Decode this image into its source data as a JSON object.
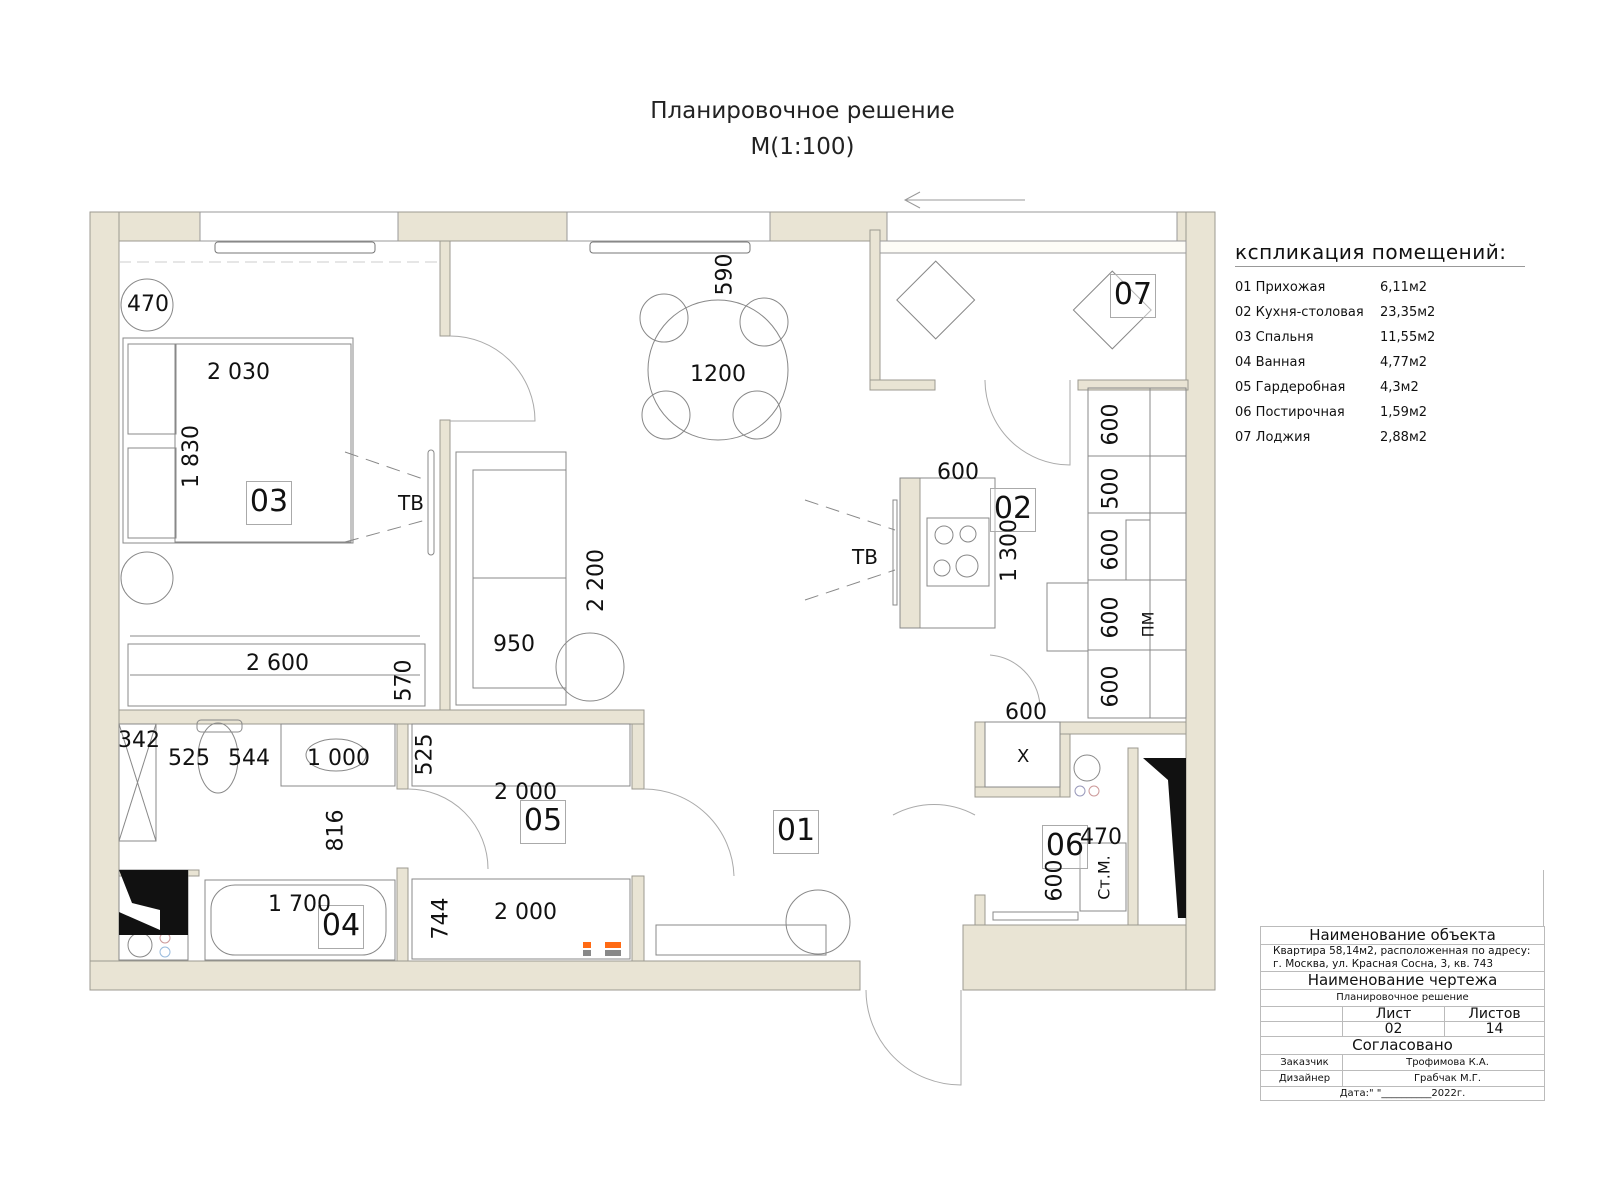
{
  "title": {
    "line1": "Планировочное решение",
    "line2": "М(1:100)"
  },
  "legend": {
    "title": "кспликация помещений:",
    "rooms": [
      {
        "name": "01 Прихожая",
        "area": "6,11м2"
      },
      {
        "name": "02 Кухня-столовая",
        "area": "23,35м2"
      },
      {
        "name": "03 Спальня",
        "area": "11,55м2"
      },
      {
        "name": "04 Ванная",
        "area": "4,77м2"
      },
      {
        "name": "05 Гардеробная",
        "area": "4,3м2"
      },
      {
        "name": "06 Постирочная",
        "area": "1,59м2"
      },
      {
        "name": "07 Лоджия",
        "area": "2,88м2"
      }
    ]
  },
  "plan": {
    "room_tags": {
      "r01": "01",
      "r02": "02",
      "r03": "03",
      "r04": "04",
      "r05": "05",
      "r06": "06",
      "r07": "07"
    },
    "labels": {
      "tv_bedroom": "ТВ",
      "tv_living": "ТВ",
      "fridge": "Х",
      "washer": "Ст.М.",
      "dishwasher": "ПМ"
    },
    "dimensions": {
      "d470_top": "470",
      "bed_width": "2 030",
      "bed_length": "1 830",
      "wardrobe_bed": "2 600",
      "wardrobe_bed_depth": "570",
      "window_table": "590",
      "table_diam": "1200",
      "sofa_len": "2 200",
      "sofa_depth": "950",
      "island_w": "600",
      "island_len": "1 300",
      "kitchen_1": "600",
      "kitchen_2": "500",
      "kitchen_3": "600",
      "kitchen_4": "600",
      "kitchen_5": "600",
      "fridge_w": "600",
      "bath_342": "342",
      "bath_525": "525",
      "bath_544": "544",
      "sink_w": "1 000",
      "bath_816": "816",
      "tub_len": "1 700",
      "wr_525": "525",
      "wr_top_len": "2 000",
      "wr_bot_len": "2 000",
      "wr_744": "744",
      "laundry_470": "470",
      "laundry_600": "600"
    }
  },
  "title_block": {
    "object_header": "Наименование объекта",
    "object_line1": "Квартира 58,14м2, расположенная по адресу:",
    "object_line2": "г. Москва, ул. Красная Сосна, 3, кв. 743",
    "drawing_header": "Наименование чертежа",
    "drawing_name": "Планировочное решение",
    "sheet_label": "Лист",
    "sheet_value": "02",
    "sheets_label": "Листов",
    "sheets_value": "14",
    "approved": "Согласовано",
    "client_label": "Заказчик",
    "client_value": "Трофимова К.А.",
    "designer_label": "Дизайнер",
    "designer_value": "Грабчак М.Г.",
    "date": "Дата:\" \"__________2022г."
  },
  "colors": {
    "wall": "#e9e4d4",
    "line": "#999999",
    "text": "#111111"
  }
}
